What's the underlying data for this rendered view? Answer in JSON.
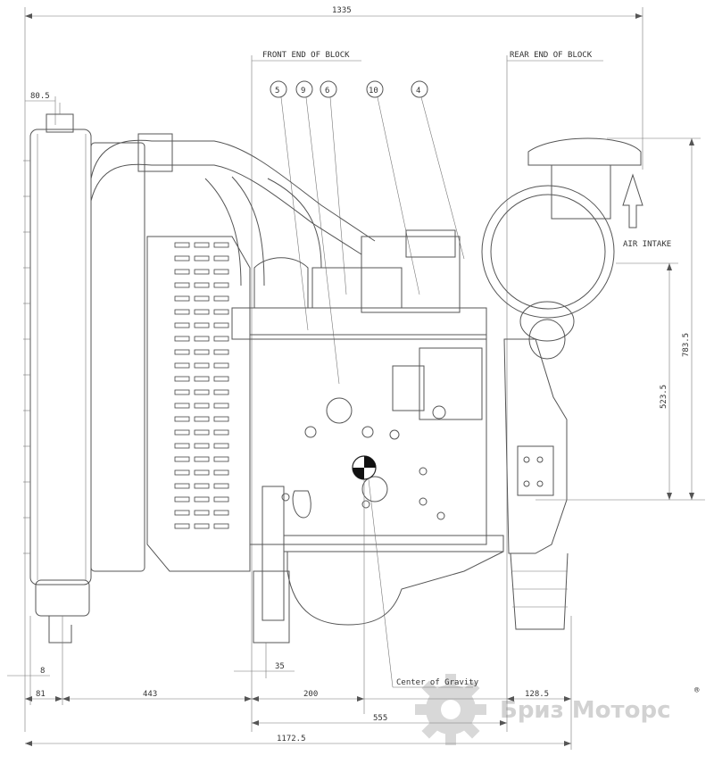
{
  "dimensions": {
    "overall_width": "1335",
    "radiator_cap_offset": "80.5",
    "height_total": "783.5",
    "height_center": "523.5",
    "bottom_offset_8": "8",
    "front_offset_35": "35",
    "left_81": "81",
    "mid_443": "443",
    "cg_200": "200",
    "rear_128_5": "128.5",
    "block_555": "555",
    "overall_base": "1172.5"
  },
  "labels": {
    "front_end": "FRONT END OF BLOCK",
    "rear_end": "REAR END OF BLOCK",
    "air_intake": "AIR INTAKE",
    "center_of_gravity": "Center of Gravity"
  },
  "callouts": [
    "5",
    "9",
    "6",
    "10",
    "4"
  ],
  "watermark": {
    "text": "Бриз Моторс",
    "mark": "®"
  }
}
